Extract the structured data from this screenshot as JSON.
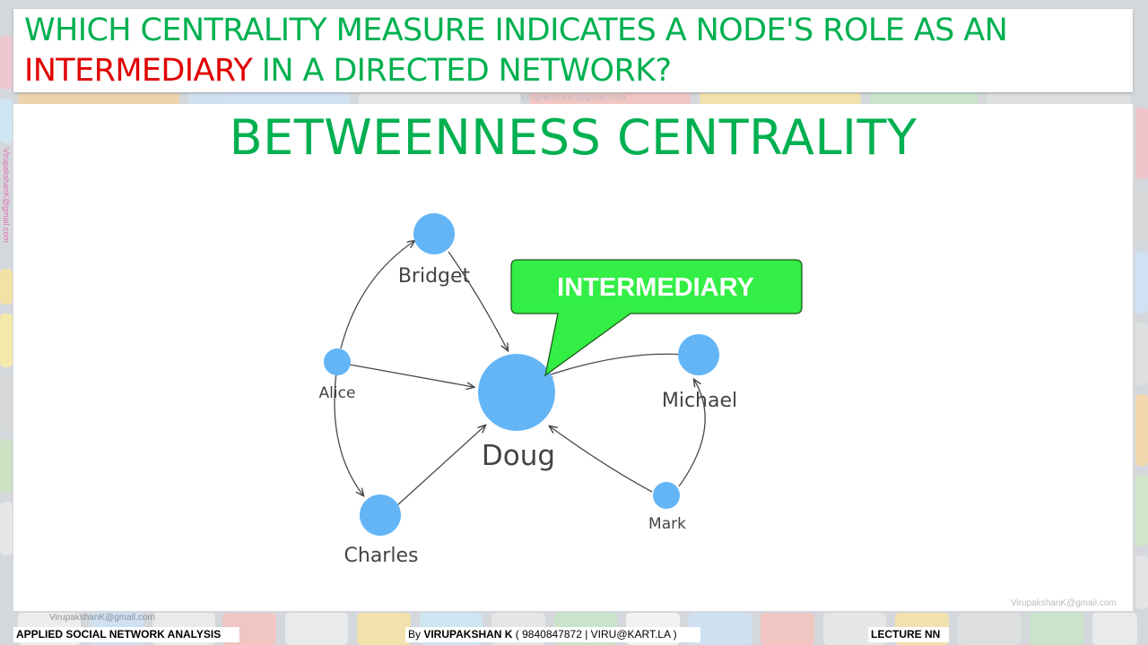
{
  "question": {
    "line1": "WHICH CENTRALITY MEASURE INDICATES A NODE'S ROLE AS AN",
    "highlight": "INTERMEDIARY",
    "line2_rest": " IN A DIRECTED NETWORK?"
  },
  "answer": "BETWEENNESS CENTRALITY",
  "diagram": {
    "nodes": {
      "bridget": "Bridget",
      "alice": "Alice",
      "doug": "Doug",
      "michael": "Michael",
      "mark": "Mark",
      "charles": "Charles"
    },
    "callout": "INTERMEDIARY"
  },
  "watermark": "VirupakshanK@gmail.com",
  "footer": {
    "course": "APPLIED SOCIAL NETWORK ANALYSIS",
    "by_prefix": "By ",
    "author": "VIRUPAKSHAN K",
    "contact": " ( 9840847872 | VIRU@KART.LA )",
    "lecture": "LECTURE NN"
  },
  "colors": {
    "green": "#00b050",
    "red": "#e00000",
    "node": "#64b5f6",
    "callout": "#33ee44"
  }
}
